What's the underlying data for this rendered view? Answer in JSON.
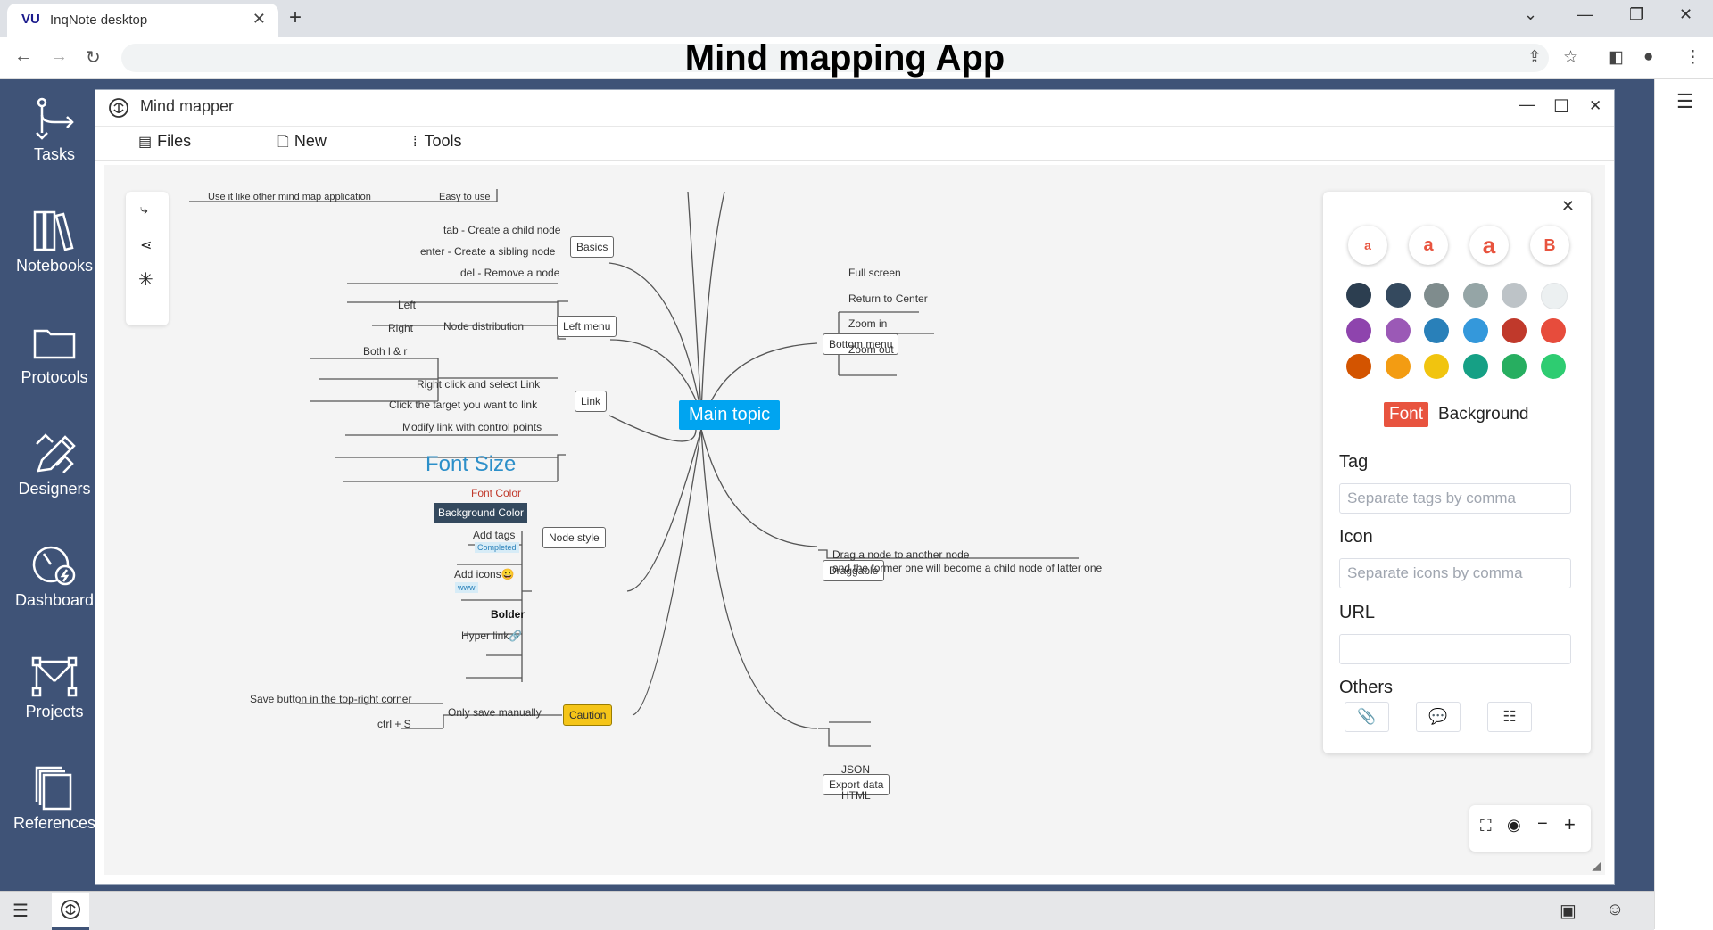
{
  "browser": {
    "tab_title": "InqNote desktop",
    "tab_favicon": "VU",
    "page_heading": "Mind mapping App"
  },
  "sidebar": {
    "items": [
      {
        "label": "Tasks",
        "icon": "tasks-icon"
      },
      {
        "label": "Notebooks",
        "icon": "notebooks-icon"
      },
      {
        "label": "Protocols",
        "icon": "folder-icon"
      },
      {
        "label": "Designers",
        "icon": "designers-icon"
      },
      {
        "label": "Dashboard",
        "icon": "dashboard-icon"
      },
      {
        "label": "Projects",
        "icon": "projects-icon"
      },
      {
        "label": "References",
        "icon": "references-icon"
      }
    ]
  },
  "window": {
    "title": "Mind mapper",
    "menu": {
      "files": "Files",
      "new": "New",
      "tools": "Tools"
    }
  },
  "mindmap": {
    "main_topic": "Main topic",
    "top_leaves": {
      "a": "Use it like other mind map application",
      "b": "Easy to use"
    },
    "basics": {
      "label": "Basics",
      "items": [
        "tab - Create a child node",
        "enter - Create a sibling node",
        "del - Remove a node"
      ]
    },
    "left_menu": {
      "label": "Left menu",
      "sub": "Node distribution",
      "items": [
        "Left",
        "Right",
        "Both l & r"
      ]
    },
    "link": {
      "label": "Link",
      "items": [
        "Right click and select Link",
        "Click the target you want to link",
        "Modify link with control points"
      ]
    },
    "node_style": {
      "label": "Node style",
      "font_size": "Font Size",
      "font_color": "Font Color",
      "background_color": "Background Color",
      "add_tags": "Add tags",
      "tag_completed": "Completed",
      "add_icons": "Add icons",
      "add_icons_emoji": "😀",
      "tag_www": "www",
      "bolder": "Bolder",
      "hyper_link": "Hyper link",
      "hyper_link_emoji": "🔗"
    },
    "caution": {
      "label": "Caution",
      "sub": "Only save manually",
      "items": [
        "Save button in the top-right corner",
        "ctrl + S"
      ]
    },
    "bottom_menu": {
      "label": "Bottom menu",
      "items": [
        "Full screen",
        "Return to Center",
        "Zoom in",
        "Zoom out"
      ]
    },
    "draggable": {
      "label": "Draggable",
      "line1": "Drag a node to another node",
      "line2": "and the former one will become a child node of latter one"
    },
    "export_data": {
      "label": "Export data",
      "items": [
        "JSON",
        "HTML"
      ]
    }
  },
  "panel": {
    "font_sizes": [
      "a",
      "a",
      "a",
      "B"
    ],
    "colors": [
      "#2c3e50",
      "#34495e",
      "#7f8c8d",
      "#95a5a6",
      "#bdc3c7",
      "#ecf0f1",
      "#8e44ad",
      "#9b59b6",
      "#2980b9",
      "#3498db",
      "#c0392b",
      "#e74c3c",
      "#d35400",
      "#f39c12",
      "#f1c40f",
      "#16a085",
      "#27ae60",
      "#2ecc71"
    ],
    "font_tab": "Font",
    "background_tab": "Background",
    "tag_label": "Tag",
    "tag_placeholder": "Separate tags by comma",
    "icon_label": "Icon",
    "icon_placeholder": "Separate icons by comma",
    "url_label": "URL",
    "url_value": "",
    "others_label": "Others"
  }
}
